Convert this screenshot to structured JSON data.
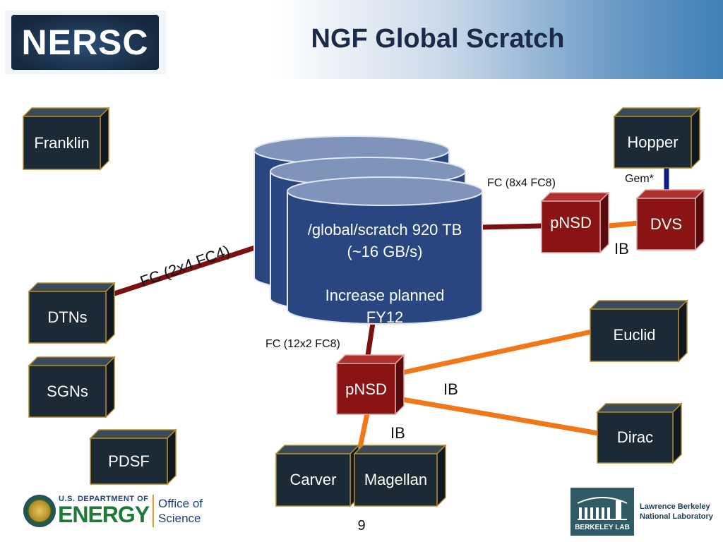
{
  "slide": {
    "title": "NGF Global Scratch",
    "page_number": "9",
    "header_logo": "NERSC"
  },
  "storage": {
    "line1": "/global/scratch 920 TB",
    "line2": "(~16 GB/s)",
    "line3": "Increase planned",
    "line4": "FY12"
  },
  "nodes": {
    "franklin": "Franklin",
    "hopper": "Hopper",
    "dtns": "DTNs",
    "sgns": "SGNs",
    "pdsf": "PDSF",
    "euclid": "Euclid",
    "dirac": "Dirac",
    "carver": "Carver",
    "magellan": "Magellan",
    "pnsd_top": "pNSD",
    "dvs": "DVS",
    "pnsd_bottom": "pNSD"
  },
  "links": {
    "fc_8x4": "FC (8x4 FC8)",
    "gem": "Gem*",
    "ib_top": "IB",
    "fc_2x4": "FC (2x4 FC4)",
    "fc_12x2": "FC (12x2 FC8)",
    "ib_mid": "IB",
    "ib_bottom": "IB"
  },
  "footer": {
    "doe_small": "U.S. DEPARTMENT OF",
    "doe_big": "ENERGY",
    "office_line1": "Office of",
    "office_line2": "Science",
    "lab_mark": "BERKELEY LAB",
    "lab_name_line1": "Lawrence Berkeley",
    "lab_name_line2": "National Laboratory"
  },
  "colors": {
    "box_dark": "#1c2a36",
    "box_red": "#8a1414",
    "cylinder": "#2a4680",
    "fc_link": "#7a1010",
    "ib_link": "#f07818",
    "gem_link": "#101c8a"
  }
}
